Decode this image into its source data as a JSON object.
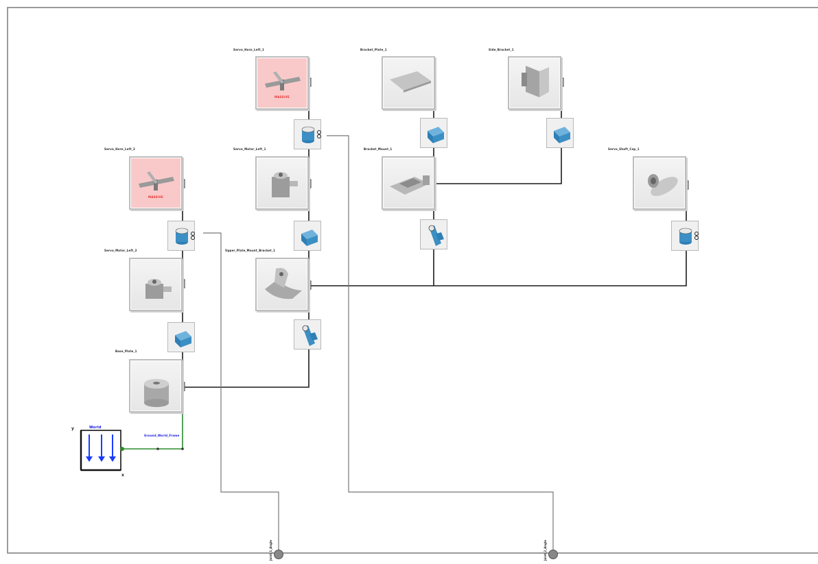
{
  "diagram": {
    "blocks": [
      {
        "id": "b1",
        "label": "Servo_Horn_Left_1",
        "kind": "horn",
        "pink": true,
        "badge": "MASSIVE"
      },
      {
        "id": "b2",
        "label": "Servo_Horn_Left_2",
        "kind": "horn",
        "pink": true,
        "badge": "MASSIVE"
      },
      {
        "id": "b3",
        "label": "Servo_Motor_Left_1",
        "kind": "servo",
        "pink": false,
        "badge": ""
      },
      {
        "id": "b4",
        "label": "Servo_Motor_Left_2",
        "kind": "servo",
        "pink": false,
        "badge": ""
      },
      {
        "id": "b5",
        "label": "Base_Plate_1",
        "kind": "base",
        "pink": false,
        "badge": ""
      },
      {
        "id": "b6",
        "label": "Upper_Plate_Mount_Bracket_1",
        "kind": "bracket",
        "pink": false,
        "badge": ""
      },
      {
        "id": "b7",
        "label": "Bracket_Plate_1",
        "kind": "plate",
        "pink": false,
        "badge": ""
      },
      {
        "id": "b8",
        "label": "Bracket_Mount_1",
        "kind": "mount",
        "pink": false,
        "badge": ""
      },
      {
        "id": "b9",
        "label": "Side_Bracket_1",
        "kind": "side",
        "pink": false,
        "badge": ""
      },
      {
        "id": "b10",
        "label": "Servo_Shaft_Cap_1",
        "kind": "shaft",
        "pink": false,
        "badge": ""
      }
    ],
    "joints": [
      {
        "id": "j1",
        "kind": "revolute"
      },
      {
        "id": "j2",
        "kind": "revolute"
      },
      {
        "id": "j3",
        "kind": "weld"
      },
      {
        "id": "j4",
        "kind": "weld"
      },
      {
        "id": "j5",
        "kind": "weld"
      },
      {
        "id": "j6",
        "kind": "weld"
      },
      {
        "id": "j7",
        "kind": "weld"
      },
      {
        "id": "j8",
        "kind": "planar"
      },
      {
        "id": "j9",
        "kind": "planar"
      },
      {
        "id": "j10",
        "kind": "revolute"
      }
    ],
    "world": {
      "label": "World",
      "axis_y": "y",
      "axis_x": "x"
    },
    "world_transform_label": "Ground_World_Frame",
    "outputs": [
      {
        "id": "o1",
        "label": "Joint_1_Angle"
      },
      {
        "id": "o2",
        "label": "Joint_2_Angle"
      }
    ],
    "colors": {
      "wire": "#1a1a1a",
      "frame_wire": "#2a8a2a",
      "signal": "#555555",
      "joint_blue": "#3b8fc4",
      "massive": "#e53030",
      "world_blue": "#1a3cff"
    }
  }
}
